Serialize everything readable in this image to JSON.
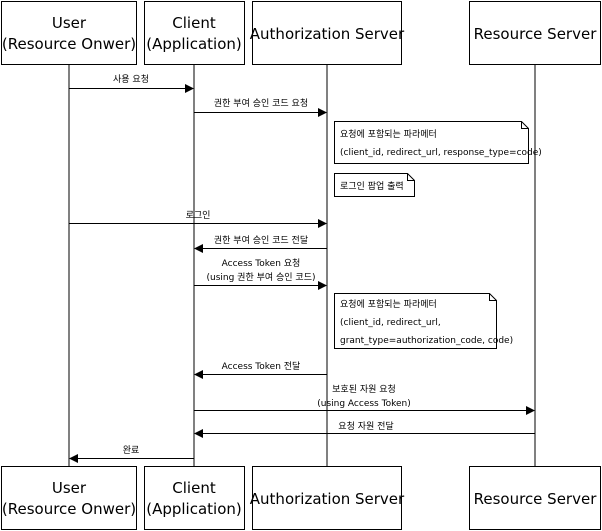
{
  "participants": [
    {
      "id": "user",
      "line1": "User",
      "line2": "(Resource Onwer)"
    },
    {
      "id": "client",
      "line1": "Client",
      "line2": "(Application)"
    },
    {
      "id": "auth",
      "line1": "Authorization Server",
      "line2": ""
    },
    {
      "id": "resource",
      "line1": "Resource Server",
      "line2": ""
    }
  ],
  "messages": [
    {
      "id": "m1",
      "from": "user",
      "to": "client",
      "lines": [
        "사용 요청"
      ]
    },
    {
      "id": "m2",
      "from": "client",
      "to": "auth",
      "lines": [
        "권한 부여 승인 코드 요청"
      ]
    },
    {
      "id": "m3",
      "from": "user",
      "to": "auth",
      "lines": [
        "로그인"
      ]
    },
    {
      "id": "m4",
      "from": "auth",
      "to": "client",
      "lines": [
        "권한 부여 승인 코드 전달"
      ]
    },
    {
      "id": "m5",
      "from": "client",
      "to": "auth",
      "lines": [
        "Access Token 요청",
        "(using 권한 부여 승인 코드)"
      ]
    },
    {
      "id": "m6",
      "from": "auth",
      "to": "client",
      "lines": [
        "Access Token 전달"
      ]
    },
    {
      "id": "m7",
      "from": "client",
      "to": "resource",
      "lines": [
        "보호된 자원 요청",
        "(using Access Token)"
      ]
    },
    {
      "id": "m8",
      "from": "resource",
      "to": "client",
      "lines": [
        "요청 자원 전달"
      ]
    },
    {
      "id": "m9",
      "from": "client",
      "to": "user",
      "lines": [
        "완료"
      ]
    }
  ],
  "notes": [
    {
      "id": "n1",
      "lines": [
        "요청에 포함되는 파라메터",
        "(client_id, redirect_url, response_type=code)"
      ]
    },
    {
      "id": "n2",
      "lines": [
        "로그인 팝업 출력"
      ]
    },
    {
      "id": "n3",
      "lines": [
        "요청에 포함되는 파라메터",
        "(client_id, redirect_url,",
        "grant_type=authorization_code, code)"
      ]
    }
  ]
}
